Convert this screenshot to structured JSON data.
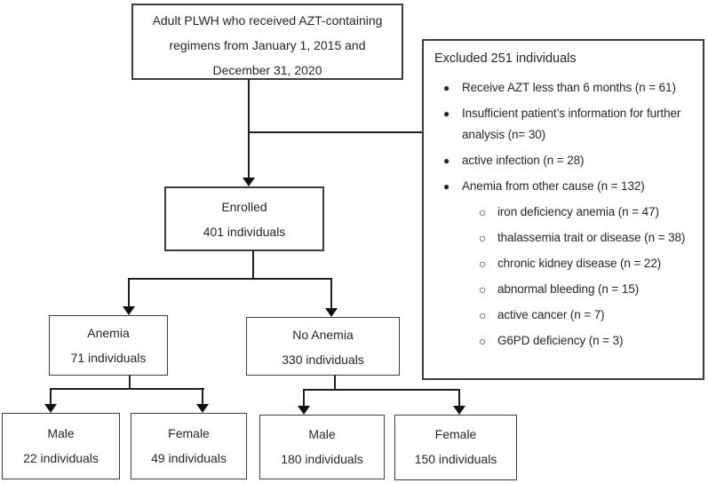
{
  "diagram": {
    "top_box": {
      "line1": "Adult PLWH who received AZT-containing",
      "line2": "regimens from January 1, 2015 and",
      "line3": "December 31, 2020"
    },
    "excluded": {
      "title": "Excluded 251 individuals",
      "items": [
        {
          "level": 1,
          "bullet": "●",
          "text": "Receive AZT less than 6 months (n = 61)"
        },
        {
          "level": 1,
          "bullet": "●",
          "text": "Insufficient patient’s information for further analysis (n= 30)"
        },
        {
          "level": 1,
          "bullet": "●",
          "text": "active infection (n = 28)"
        },
        {
          "level": 1,
          "bullet": "●",
          "text": "Anemia from other cause (n = 132)"
        },
        {
          "level": 2,
          "bullet": "○",
          "text": "iron deficiency anemia (n = 47)"
        },
        {
          "level": 2,
          "bullet": "○",
          "text": "thalassemia trait or disease (n = 38)"
        },
        {
          "level": 2,
          "bullet": "○",
          "text": "chronic kidney disease (n = 22)"
        },
        {
          "level": 2,
          "bullet": "○",
          "text": "abnormal bleeding (n = 15)"
        },
        {
          "level": 2,
          "bullet": "○",
          "text": "active cancer (n = 7)"
        },
        {
          "level": 2,
          "bullet": "○",
          "text": "G6PD deficiency (n = 3)"
        }
      ]
    },
    "enrolled": {
      "label": "Enrolled",
      "count": "401 individuals"
    },
    "anemia": {
      "label": "Anemia",
      "count": "71 individuals"
    },
    "no_anemia": {
      "label": "No Anemia",
      "count": "330 individuals"
    },
    "anemia_male": {
      "label": "Male",
      "count": "22 individuals"
    },
    "anemia_female": {
      "label": "Female",
      "count": "49 individuals"
    },
    "no_anemia_male": {
      "label": "Male",
      "count": "180 individuals"
    },
    "no_anemia_female": {
      "label": "Female",
      "count": "150 individuals"
    }
  },
  "colors": {
    "border": "#3d3d3d",
    "line": "#1f1f1f",
    "text": "#262626",
    "background": "#ffffff"
  }
}
